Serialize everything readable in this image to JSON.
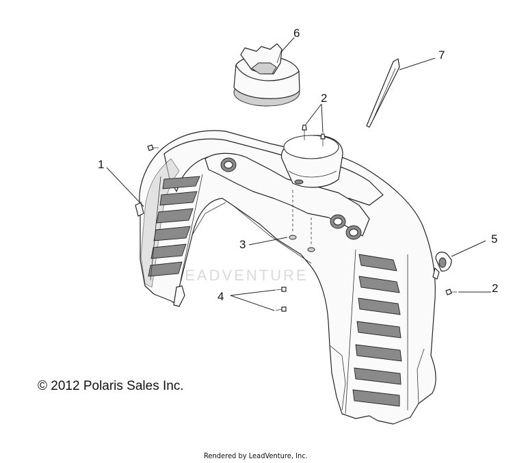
{
  "callouts": [
    {
      "id": "1",
      "label": "1"
    },
    {
      "id": "2a",
      "label": "2"
    },
    {
      "id": "2b",
      "label": "2"
    },
    {
      "id": "3",
      "label": "3"
    },
    {
      "id": "4",
      "label": "4"
    },
    {
      "id": "5",
      "label": "5"
    },
    {
      "id": "6",
      "label": "6"
    },
    {
      "id": "7",
      "label": "7"
    }
  ],
  "copyright": "© 2012 Polaris Sales Inc.",
  "watermark": "LEADVENTURE",
  "footer": "Rendered by LeadVenture, Inc."
}
